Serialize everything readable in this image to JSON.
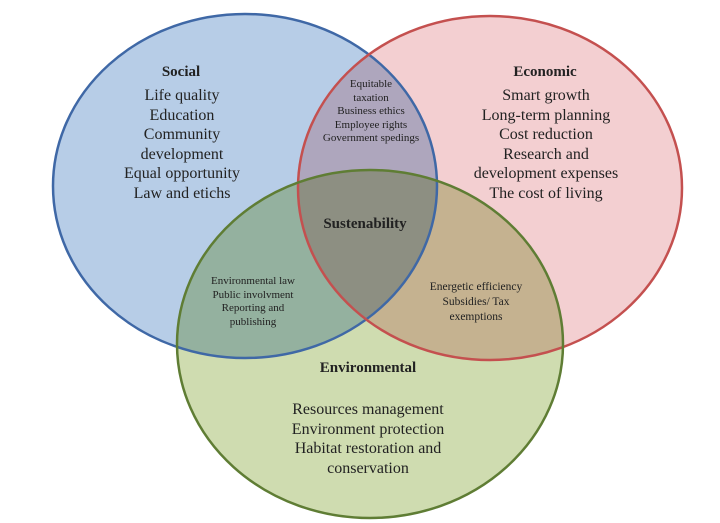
{
  "colors": {
    "social_fill": "#b3cae6",
    "social_stroke": "#3f68a6",
    "economic_fill": "#f3cfd1",
    "economic_stroke": "#c4504f",
    "environmental_fill": "#cfdcb0",
    "environmental_stroke": "#5f7d34"
  },
  "social": {
    "title": "Social",
    "items": [
      "Life quality",
      "Education",
      "Community",
      "development",
      "Equal opportunity",
      "Law and etichs"
    ]
  },
  "economic": {
    "title": "Economic",
    "items": [
      "Smart growth",
      "Long-term planning",
      "Cost reduction",
      "Research and",
      "development expenses",
      "The cost of living"
    ]
  },
  "environmental": {
    "title": "Environmental",
    "items": [
      "Resources management",
      "Environment protection",
      "Habitat restoration and",
      "conservation"
    ]
  },
  "social_economic": {
    "items": [
      "Equitable",
      "taxation",
      "Business ethics",
      "Employee rights",
      "Government spedings"
    ]
  },
  "social_environmental": {
    "items": [
      "Environmental law",
      "Public involvment",
      "Reporting and",
      "publishing"
    ]
  },
  "economic_environmental": {
    "items": [
      "Energetic efficiency",
      "Subsidies/ Tax",
      "exemptions"
    ]
  },
  "center": {
    "title": "Sustenability"
  }
}
